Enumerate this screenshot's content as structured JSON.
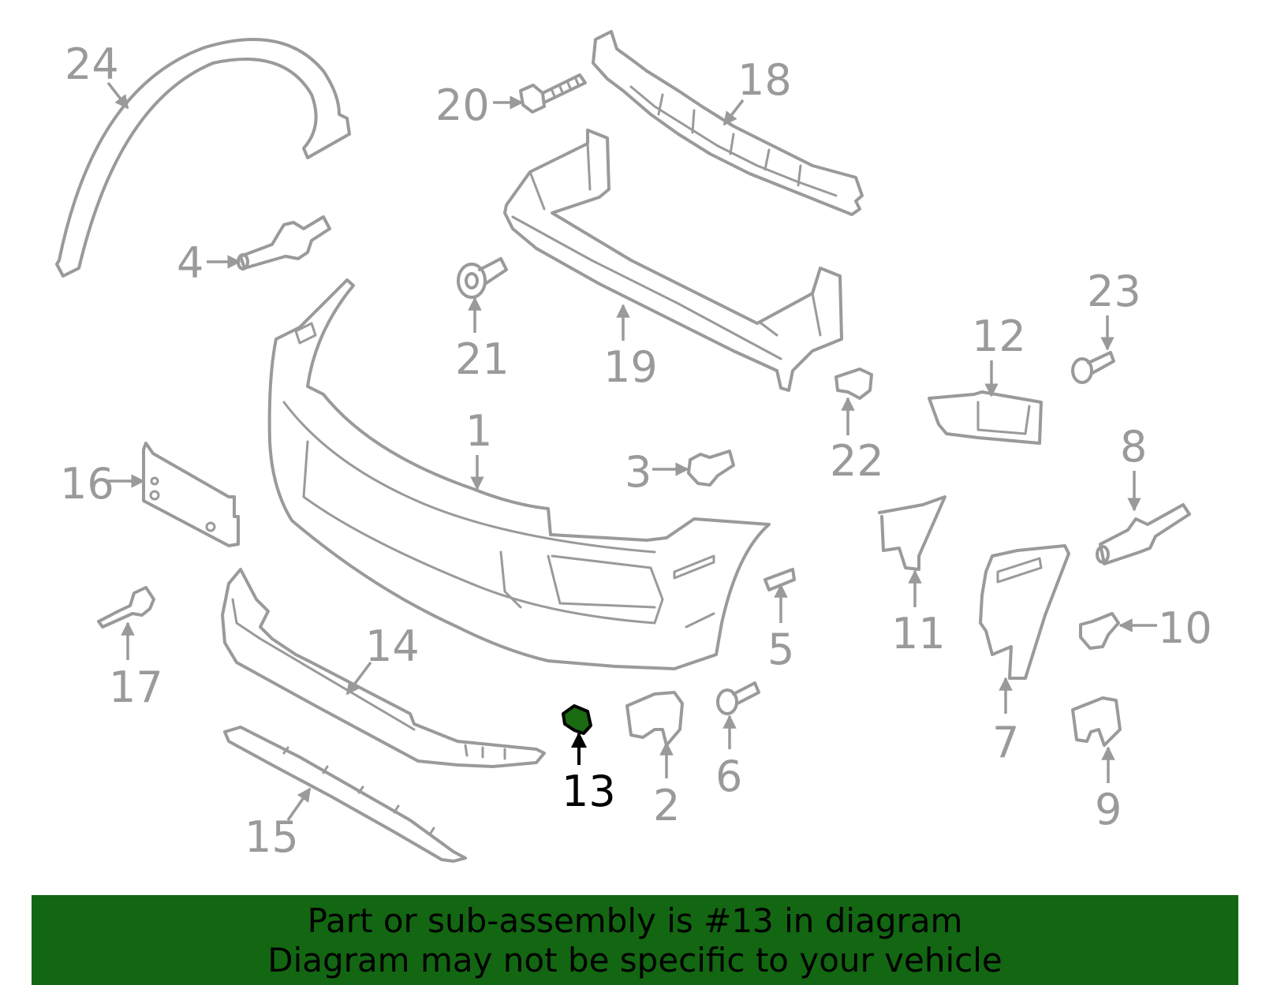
{
  "diagram": {
    "callouts": [
      "1",
      "2",
      "3",
      "4",
      "5",
      "6",
      "7",
      "8",
      "9",
      "10",
      "11",
      "12",
      "13",
      "14",
      "15",
      "16",
      "17",
      "18",
      "19",
      "20",
      "21",
      "22",
      "23",
      "24"
    ],
    "highlighted_part": "13",
    "highlight_color": "#1a6b12",
    "line_color": "#9a9a9a"
  },
  "banner": {
    "line1": "Part or sub-assembly is #13 in diagram",
    "line2": "Diagram may not be specific to your vehicle",
    "background": "#136612"
  }
}
